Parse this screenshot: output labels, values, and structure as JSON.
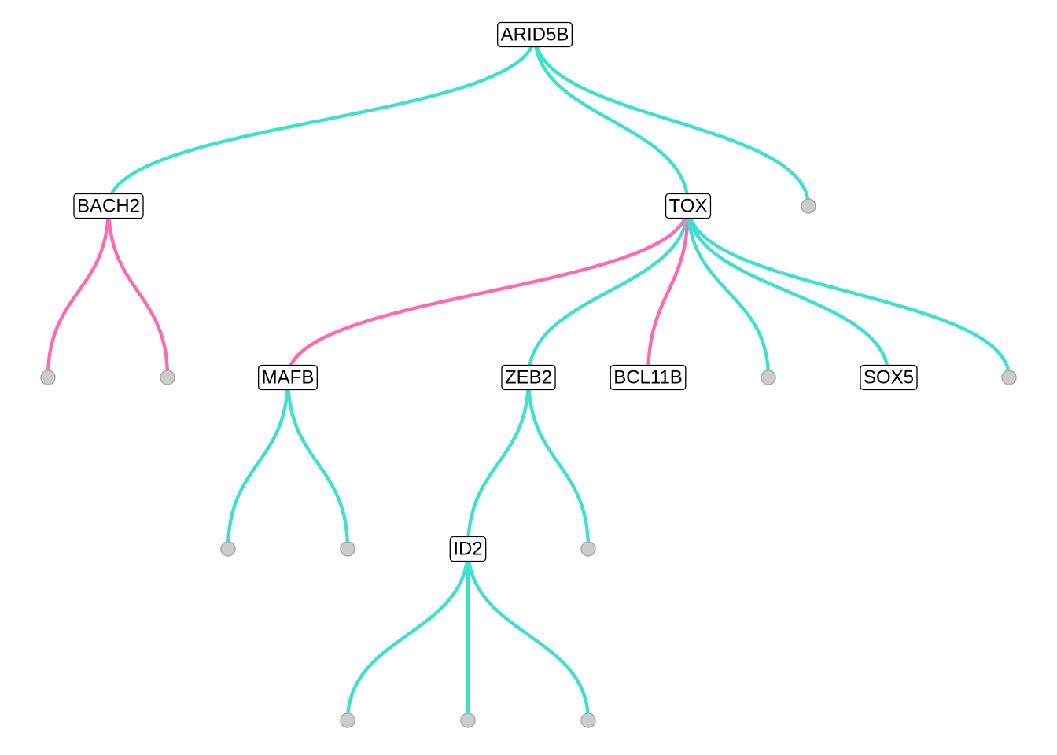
{
  "colors": {
    "positive_edge": "#40e0d0",
    "negative_edge": "#ff69b4",
    "leaf_fill": "#cccccc",
    "leaf_stroke": "#a8a8a8",
    "label_border": "#000000",
    "background": "#ffffff"
  },
  "nodes": [
    {
      "id": "ARID5B",
      "label": "ARID5B",
      "level": 0
    },
    {
      "id": "BACH2",
      "label": "BACH2",
      "level": 1
    },
    {
      "id": "TOX",
      "label": "TOX",
      "level": 1
    },
    {
      "id": "leaf-a1",
      "label": "",
      "level": 1
    },
    {
      "id": "leaf-b1",
      "label": "",
      "level": 2
    },
    {
      "id": "leaf-b2",
      "label": "",
      "level": 2
    },
    {
      "id": "MAFB",
      "label": "MAFB",
      "level": 2
    },
    {
      "id": "ZEB2",
      "label": "ZEB2",
      "level": 2
    },
    {
      "id": "BCL11B",
      "label": "BCL11B",
      "level": 2
    },
    {
      "id": "leaf-t1",
      "label": "",
      "level": 2
    },
    {
      "id": "SOX5",
      "label": "SOX5",
      "level": 2
    },
    {
      "id": "leaf-t2",
      "label": "",
      "level": 2
    },
    {
      "id": "leaf-m1",
      "label": "",
      "level": 3
    },
    {
      "id": "leaf-m2",
      "label": "",
      "level": 3
    },
    {
      "id": "ID2",
      "label": "ID2",
      "level": 3
    },
    {
      "id": "leaf-z1",
      "label": "",
      "level": 3
    },
    {
      "id": "leaf-i1",
      "label": "",
      "level": 4
    },
    {
      "id": "leaf-i2",
      "label": "",
      "level": 4
    },
    {
      "id": "leaf-i3",
      "label": "",
      "level": 4
    }
  ],
  "edges": [
    {
      "from": "ARID5B",
      "to": "BACH2",
      "sign": "positive"
    },
    {
      "from": "ARID5B",
      "to": "TOX",
      "sign": "positive"
    },
    {
      "from": "ARID5B",
      "to": "leaf-a1",
      "sign": "positive"
    },
    {
      "from": "BACH2",
      "to": "leaf-b1",
      "sign": "negative"
    },
    {
      "from": "BACH2",
      "to": "leaf-b2",
      "sign": "negative"
    },
    {
      "from": "TOX",
      "to": "MAFB",
      "sign": "negative"
    },
    {
      "from": "TOX",
      "to": "ZEB2",
      "sign": "positive"
    },
    {
      "from": "TOX",
      "to": "BCL11B",
      "sign": "negative"
    },
    {
      "from": "TOX",
      "to": "leaf-t1",
      "sign": "positive"
    },
    {
      "from": "TOX",
      "to": "SOX5",
      "sign": "positive"
    },
    {
      "from": "TOX",
      "to": "leaf-t2",
      "sign": "positive"
    },
    {
      "from": "MAFB",
      "to": "leaf-m1",
      "sign": "positive"
    },
    {
      "from": "MAFB",
      "to": "leaf-m2",
      "sign": "positive"
    },
    {
      "from": "ZEB2",
      "to": "ID2",
      "sign": "positive"
    },
    {
      "from": "ZEB2",
      "to": "leaf-z1",
      "sign": "positive"
    },
    {
      "from": "ID2",
      "to": "leaf-i1",
      "sign": "positive"
    },
    {
      "from": "ID2",
      "to": "leaf-i2",
      "sign": "positive"
    },
    {
      "from": "ID2",
      "to": "leaf-i3",
      "sign": "positive"
    }
  ]
}
